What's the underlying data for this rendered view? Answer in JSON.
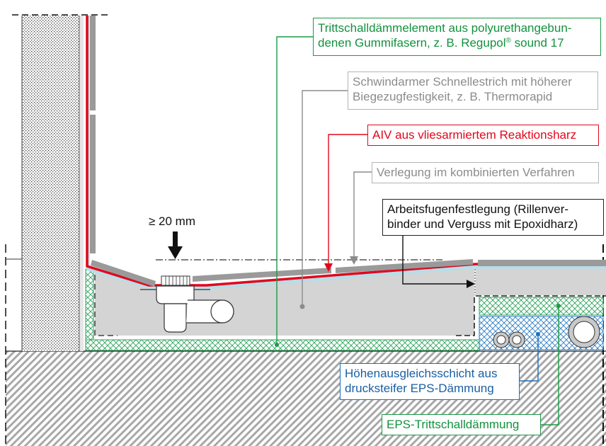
{
  "diagram": {
    "title": "Bodenaufbau mit Bodenablauf – Detailschnitt",
    "dimension": {
      "label": "≥ 20 mm"
    },
    "labels": {
      "trittschall_element": {
        "line1": "Trittschalldämmelement aus polyurethangebun-",
        "line2_pre": "denen Gummifasern, z. B. Regupol",
        "line2_sup": "®",
        "line2_post": " sound 17"
      },
      "schnellestrich": {
        "line1": "Schwindarmer Schnellestrich mit höherer",
        "line2": "Biegezugfestigkeit, z. B. Thermorapid"
      },
      "aiv": {
        "line1": "AIV aus vliesarmiertem Reaktionsharz"
      },
      "verlegung": {
        "line1": "Verlegung im kombinierten Verfahren"
      },
      "arbeitsfuge": {
        "line1": "Arbeitsfugenfestlegung (Rillenver-",
        "line2": "binder und Verguss mit Epoxidharz)"
      },
      "hoehenausgleich": {
        "line1": "Höhenausgleichsschicht aus",
        "line2": "drucksteifer EPS-Dämmung"
      },
      "eps_trittschall": {
        "line1": "EPS-Trittschalldämmung"
      }
    },
    "colors": {
      "green": "#1a9a45",
      "gray": "#8c8c8c",
      "red": "#e3061b",
      "blue": "#1d6fb8",
      "black": "#111111",
      "screed": "#d4d4d4",
      "tile": "#9a9a9a"
    }
  }
}
